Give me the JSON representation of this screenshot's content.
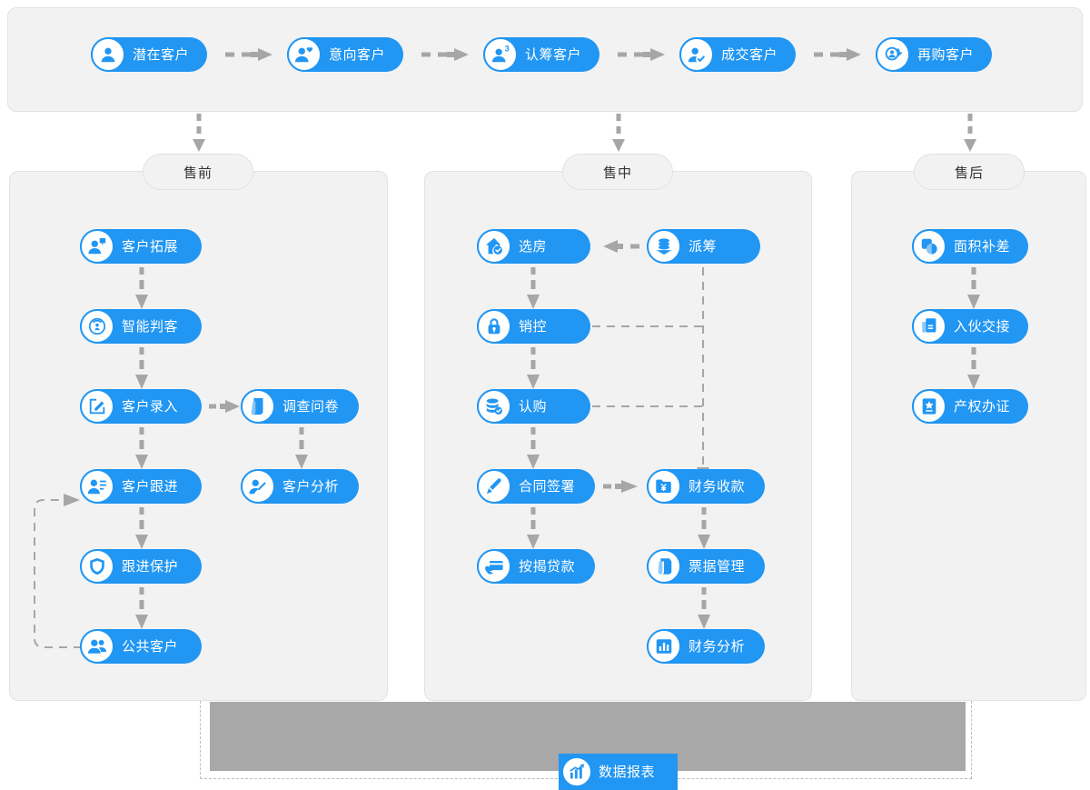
{
  "accent": "#2196f3",
  "panel_bg": "#f2f2f2",
  "panel_border": "#e2e2e2",
  "arrow_color": "#a6a6a6",
  "block_color": "#a8a8a8",
  "stages": {
    "items": [
      {
        "label": "潜在客户",
        "icon": "user-icon"
      },
      {
        "label": "意向客户",
        "icon": "user-heart-icon"
      },
      {
        "label": "认筹客户",
        "icon": "user-number-icon"
      },
      {
        "label": "成交客户",
        "icon": "user-check-icon"
      },
      {
        "label": "再购客户",
        "icon": "user-refresh-icon"
      }
    ]
  },
  "sections": {
    "pre": {
      "tab": "售前"
    },
    "mid": {
      "tab": "售中"
    },
    "post": {
      "tab": "售后"
    }
  },
  "presale": {
    "nodes": [
      {
        "label": "客户拓展",
        "icon": "user-speech-icon"
      },
      {
        "label": "智能判客",
        "icon": "radar-icon"
      },
      {
        "label": "客户录入",
        "icon": "edit-square-icon"
      },
      {
        "label": "客户跟进",
        "icon": "user-list-icon"
      },
      {
        "label": "跟进保护",
        "icon": "shield-icon"
      },
      {
        "label": "公共客户",
        "icon": "users-icon"
      },
      {
        "label": "调查问卷",
        "icon": "questionnaire-icon"
      },
      {
        "label": "客户分析",
        "icon": "user-pen-icon"
      }
    ]
  },
  "midsale": {
    "nodes": [
      {
        "label": "选房",
        "icon": "house-check-icon"
      },
      {
        "label": "销控",
        "icon": "lock-icon"
      },
      {
        "label": "认购",
        "icon": "database-check-icon"
      },
      {
        "label": "合同签署",
        "icon": "pen-icon"
      },
      {
        "label": "按揭贷款",
        "icon": "card-hand-icon"
      },
      {
        "label": "派筹",
        "icon": "coins-icon"
      },
      {
        "label": "财务收款",
        "icon": "yen-folder-icon"
      },
      {
        "label": "票据管理",
        "icon": "bills-icon"
      },
      {
        "label": "财务分析",
        "icon": "bar-chart-icon"
      }
    ]
  },
  "postsale": {
    "nodes": [
      {
        "label": "面积补差",
        "icon": "area-diff-icon"
      },
      {
        "label": "入伙交接",
        "icon": "handover-icon"
      },
      {
        "label": "产权办证",
        "icon": "certificate-icon"
      }
    ]
  },
  "footer": {
    "report": {
      "label": "数据报表",
      "icon": "chart-growth-icon"
    }
  }
}
